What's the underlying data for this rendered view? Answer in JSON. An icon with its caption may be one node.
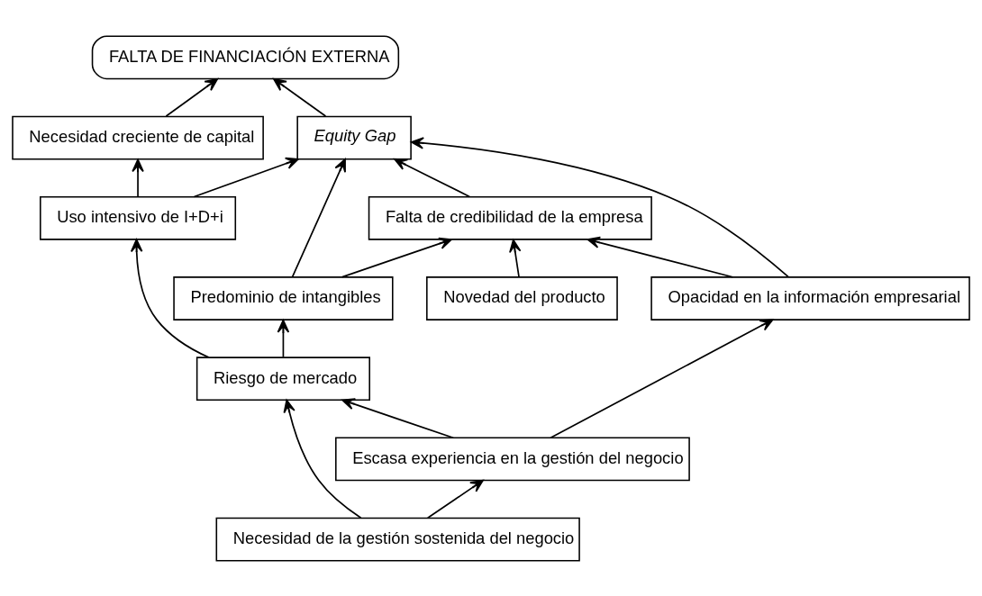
{
  "diagram": {
    "nodes": [
      {
        "text": [
          "FALTA DE FINANCIACIÓN EXTERNA"
        ]
      },
      {
        "text": [
          "Necesidad creciente de capital"
        ]
      },
      {
        "text": [
          "Equity Gap"
        ]
      },
      {
        "text": [
          "Uso intensivo de I+D+i"
        ]
      },
      {
        "text": [
          "Falta de credibilidad de la empresa"
        ]
      },
      {
        "text": [
          "Predominio de intangibles"
        ]
      },
      {
        "text": [
          "Novedad del producto"
        ]
      },
      {
        "text": [
          "Riesgo de mercado"
        ]
      },
      {
        "text": [
          "Opacidad en la información empresarial"
        ]
      },
      {
        "text": [
          "Escasa experiencia en la gestión del negocio"
        ]
      },
      {
        "text": [
          "Necesidad de la gestión sostenida del negocio"
        ]
      }
    ],
    "edges": [
      {
        "from": 1,
        "to": 0,
        "arrow": "to"
      },
      {
        "from": 2,
        "to": 0,
        "arrow": "to"
      },
      {
        "from": 3,
        "to": 1,
        "arrow": "to"
      },
      {
        "from": 3,
        "to": 2,
        "arrow": "to"
      },
      {
        "from": 5,
        "to": 2,
        "arrow": "to"
      },
      {
        "from": 4,
        "to": 2,
        "arrow": "to"
      },
      {
        "from": 8,
        "to": 2,
        "arrow": "to"
      },
      {
        "from": 5,
        "to": 4,
        "arrow": "to"
      },
      {
        "from": 6,
        "to": 4,
        "arrow": "to"
      },
      {
        "from": 8,
        "to": 4,
        "arrow": "to"
      },
      {
        "from": 7,
        "to": 3,
        "arrow": "to"
      },
      {
        "from": 7,
        "to": 5,
        "arrow": "to"
      },
      {
        "from": 9,
        "to": 7,
        "arrow": "to"
      },
      {
        "from": 9,
        "to": 8,
        "arrow": "to"
      },
      {
        "from": 10,
        "to": 7,
        "arrow": "to"
      },
      {
        "from": 10,
        "to": 9,
        "arrow": "to"
      }
    ]
  }
}
